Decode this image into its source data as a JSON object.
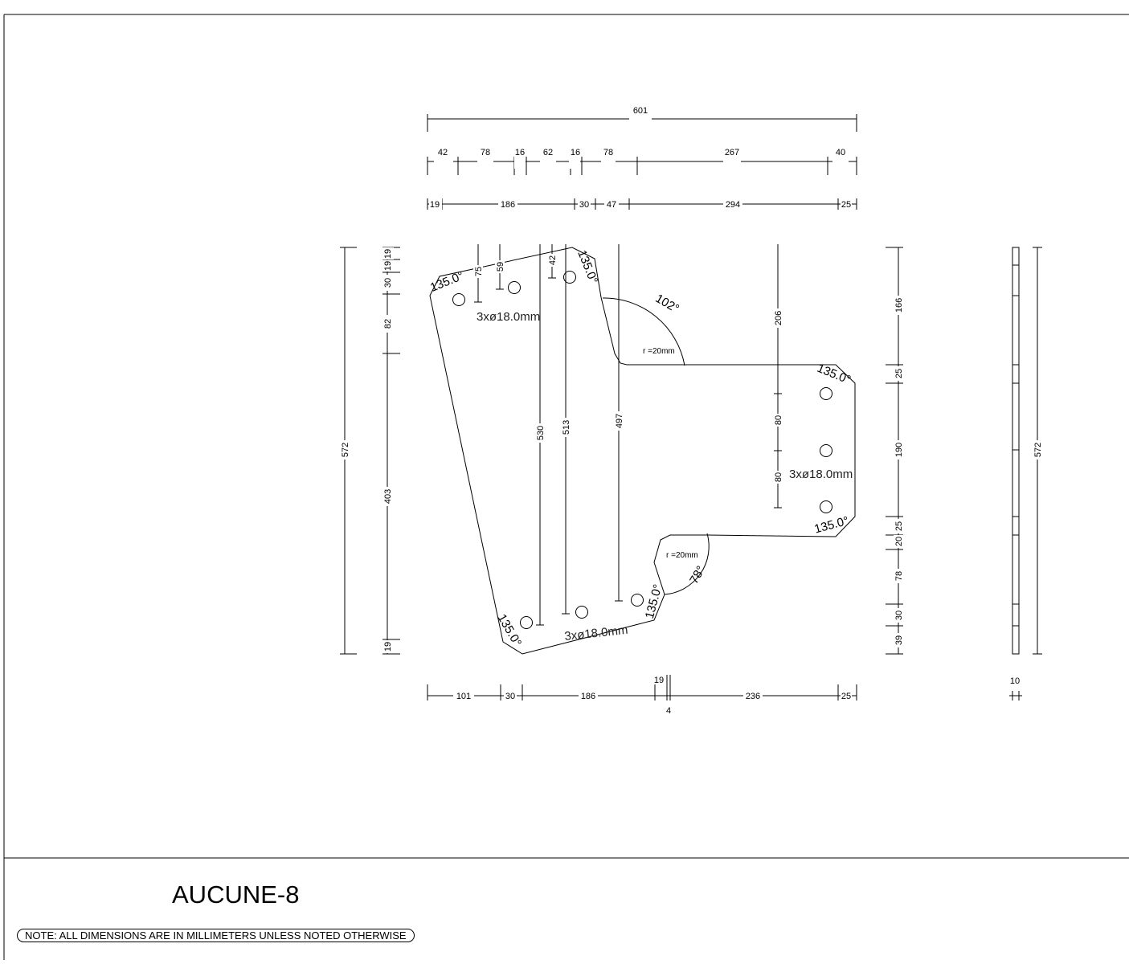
{
  "drawing": {
    "part_name": "AUCUNE-8",
    "note": "NOTE: ALL DIMENSIONS ARE IN MILLIMETERS UNLESS NOTED OTHERWISE",
    "overall_width": "601",
    "top_dims_row1": [
      "42",
      "78",
      "16",
      "62",
      "16",
      "78",
      "267",
      "40"
    ],
    "top_dims_row2": [
      "19",
      "186",
      "30",
      "47",
      "294",
      "25"
    ],
    "bottom_dims": [
      "101",
      "30",
      "186",
      "19",
      "4",
      "236",
      "25"
    ],
    "left_height": "572",
    "left_stack": [
      "19",
      "19",
      "30",
      "82",
      "403",
      "19"
    ],
    "inner_verticals": [
      "75",
      "59",
      "42",
      "530",
      "513",
      "497",
      "206",
      "80",
      "80"
    ],
    "right_stack": [
      "166",
      "25",
      "190",
      "25",
      "20",
      "78",
      "30",
      "39"
    ],
    "thickness": "10",
    "side_height": "572",
    "angles": [
      "135.0°",
      "135.0°",
      "102°",
      "135.0°",
      "135.0°",
      "78°",
      "135.0°",
      "135.0°"
    ],
    "radius_labels": [
      "r =20mm",
      "r =20mm"
    ],
    "hole_groups": [
      "3xø18.0mm",
      "3xø18.0mm",
      "3xø18.0mm"
    ]
  }
}
